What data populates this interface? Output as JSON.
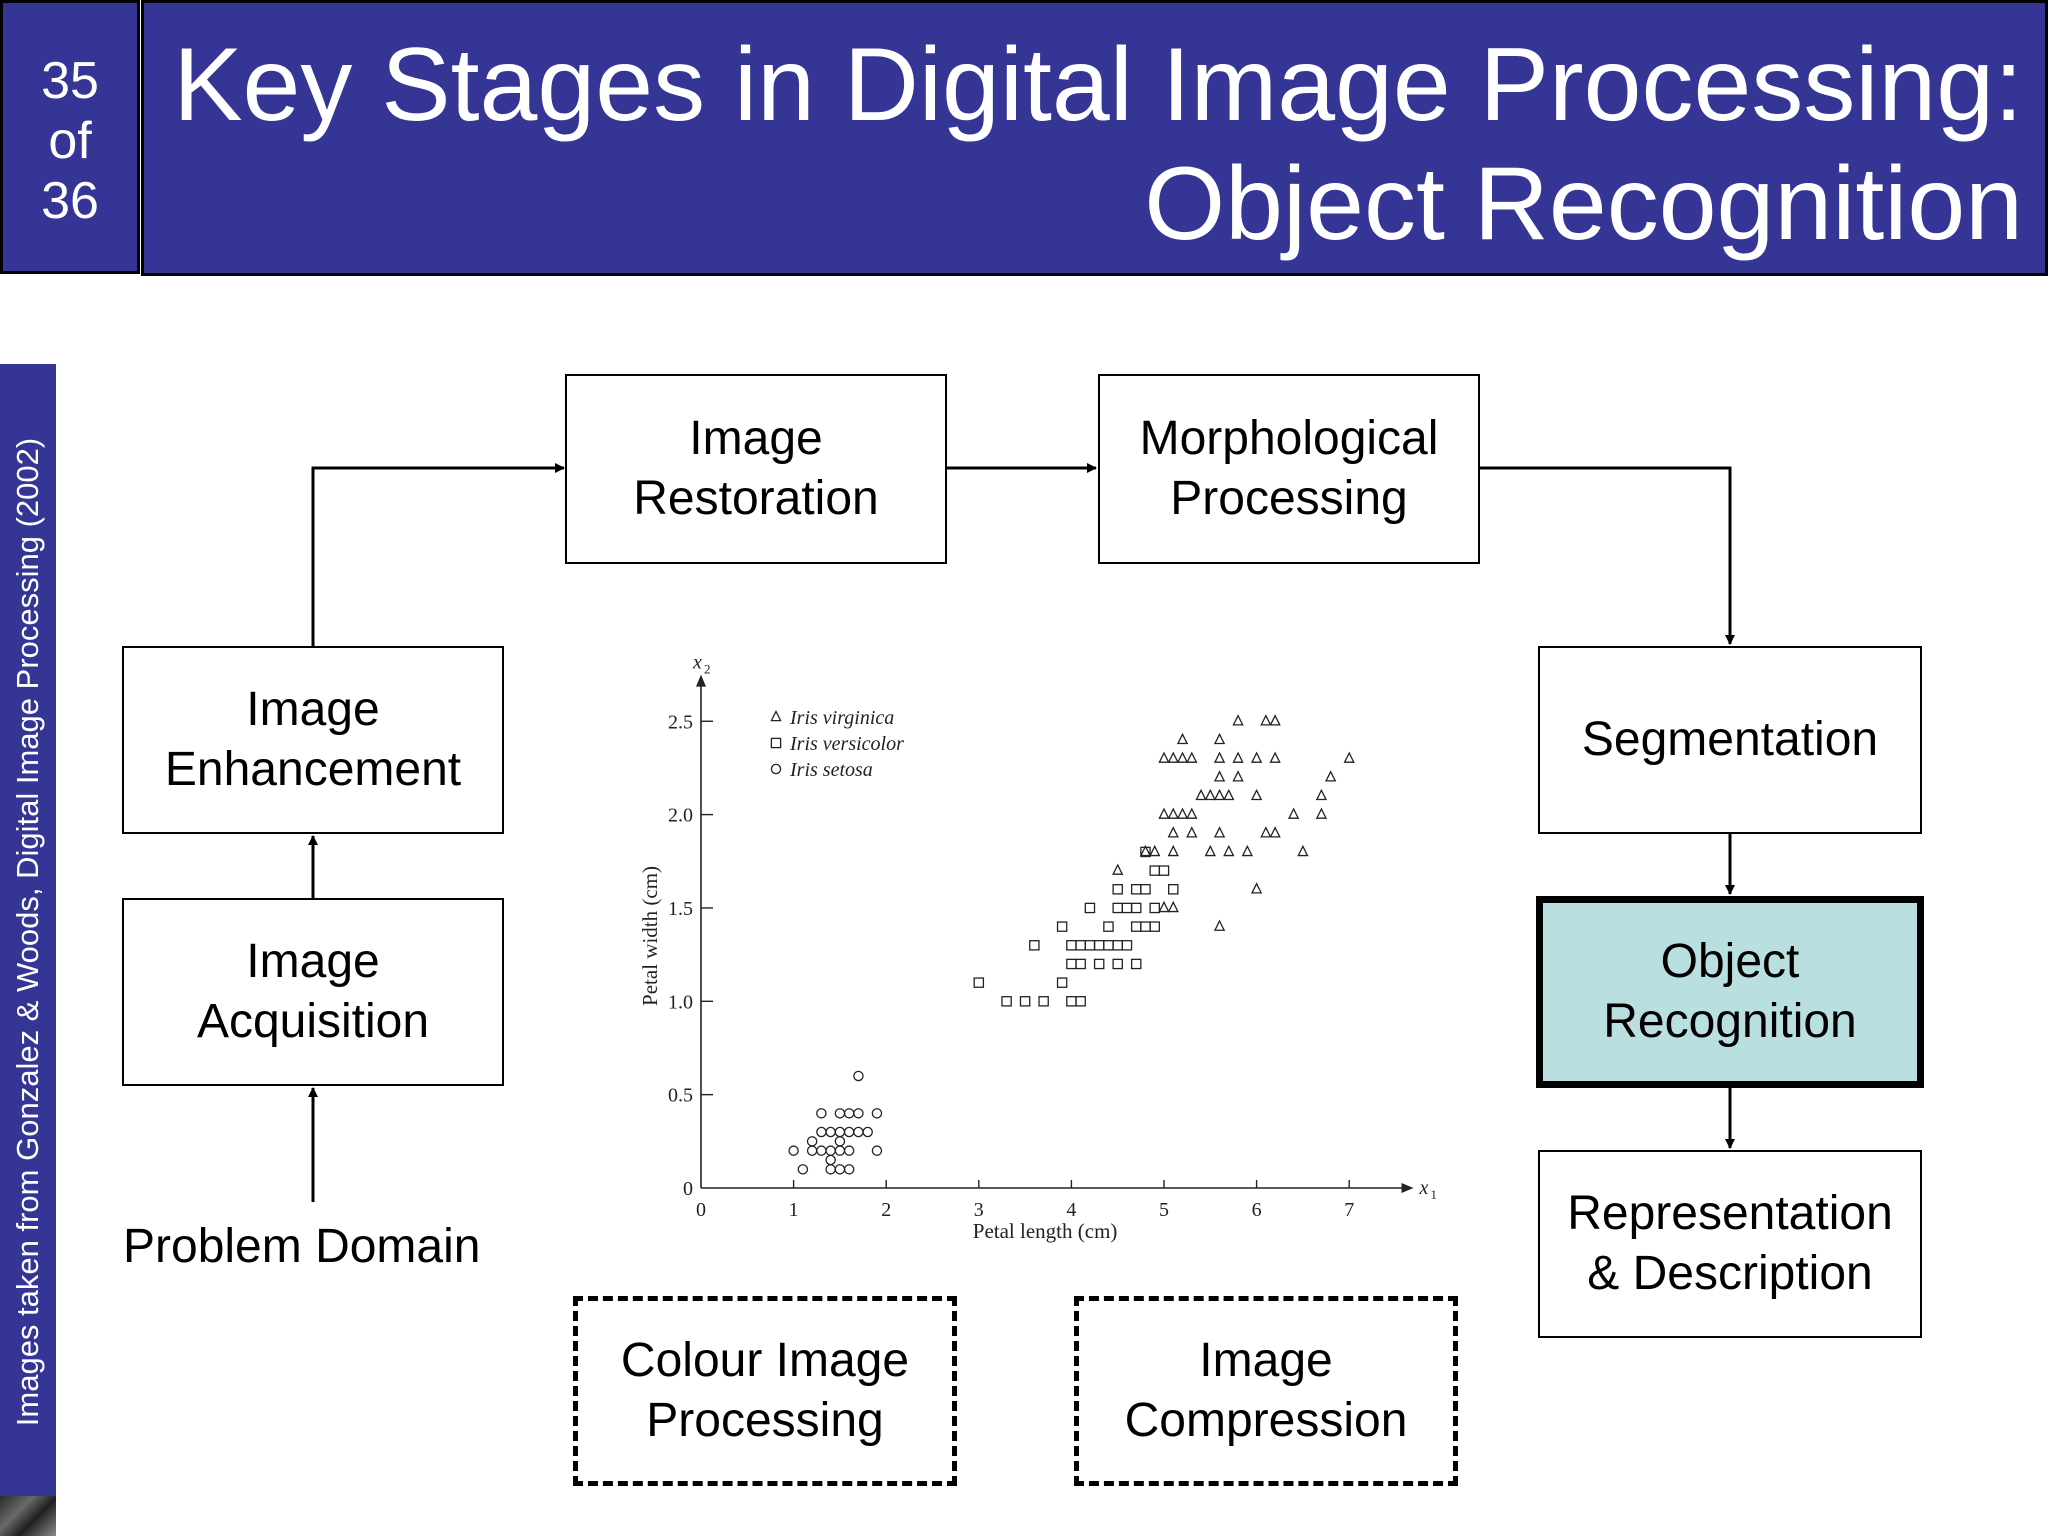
{
  "slide": {
    "number": "35",
    "of": "of",
    "total": "36"
  },
  "header": {
    "title_line1": "Key Stages in Digital Image Processing:",
    "title_line2": "Object Recognition"
  },
  "credit": "Images taken from Gonzalez & Woods, Digital Image Processing (2002)",
  "diagram": {
    "image_acquisition": "Image\nAcquisition",
    "image_enhancement": "Image\nEnhancement",
    "image_restoration": "Image\nRestoration",
    "morphological_processing": "Morphological\nProcessing",
    "segmentation": "Segmentation",
    "object_recognition": "Object\nRecognition",
    "representation_description": "Representation\n& Description",
    "colour_image_processing": "Colour Image\nProcessing",
    "image_compression": "Image\nCompression",
    "problem_domain": "Problem Domain",
    "highlight_color": "#b9dfe1",
    "header_color": "#353596"
  },
  "chart_data": {
    "type": "scatter",
    "xlabel": "Petal length (cm)",
    "ylabel": "Petal width (cm)",
    "x_axis_symbol": "x",
    "x_axis_sub": "1",
    "y_axis_symbol": "x",
    "y_axis_sub": "2",
    "xlim": [
      0,
      7.5
    ],
    "ylim": [
      0,
      2.6
    ],
    "x_ticks": [
      "0",
      "1",
      "2",
      "3",
      "4",
      "5",
      "6",
      "7"
    ],
    "y_ticks": [
      "0",
      "0.5",
      "1.0",
      "1.5",
      "2.0",
      "2.5"
    ],
    "legend_position": "top-left",
    "series": [
      {
        "name": "Iris virginica",
        "marker": "triangle",
        "points": [
          [
            5.2,
            2.4
          ],
          [
            5.6,
            2.4
          ],
          [
            5.8,
            2.5
          ],
          [
            6.1,
            2.5
          ],
          [
            6.2,
            2.5
          ],
          [
            5.0,
            2.3
          ],
          [
            5.1,
            2.3
          ],
          [
            5.2,
            2.3
          ],
          [
            5.3,
            2.3
          ],
          [
            5.6,
            2.3
          ],
          [
            5.8,
            2.3
          ],
          [
            6.0,
            2.3
          ],
          [
            6.2,
            2.3
          ],
          [
            7.0,
            2.3
          ],
          [
            5.6,
            2.2
          ],
          [
            5.8,
            2.2
          ],
          [
            6.8,
            2.2
          ],
          [
            5.4,
            2.1
          ],
          [
            5.5,
            2.1
          ],
          [
            5.6,
            2.1
          ],
          [
            5.7,
            2.1
          ],
          [
            6.0,
            2.1
          ],
          [
            6.7,
            2.1
          ],
          [
            5.0,
            2.0
          ],
          [
            5.1,
            2.0
          ],
          [
            5.2,
            2.0
          ],
          [
            5.3,
            2.0
          ],
          [
            6.4,
            2.0
          ],
          [
            6.7,
            2.0
          ],
          [
            5.1,
            1.9
          ],
          [
            5.3,
            1.9
          ],
          [
            5.6,
            1.9
          ],
          [
            6.1,
            1.9
          ],
          [
            6.2,
            1.9
          ],
          [
            4.8,
            1.8
          ],
          [
            4.9,
            1.8
          ],
          [
            5.1,
            1.8
          ],
          [
            5.5,
            1.8
          ],
          [
            5.7,
            1.8
          ],
          [
            5.9,
            1.8
          ],
          [
            6.5,
            1.8
          ],
          [
            4.5,
            1.7
          ],
          [
            5.6,
            1.4
          ],
          [
            5.1,
            1.5
          ],
          [
            5.0,
            1.5
          ],
          [
            6.0,
            1.6
          ]
        ]
      },
      {
        "name": "Iris versicolor",
        "marker": "square",
        "points": [
          [
            3.0,
            1.1
          ],
          [
            3.3,
            1.0
          ],
          [
            3.5,
            1.0
          ],
          [
            3.7,
            1.0
          ],
          [
            3.9,
            1.1
          ],
          [
            4.0,
            1.0
          ],
          [
            4.1,
            1.0
          ],
          [
            3.6,
            1.3
          ],
          [
            4.0,
            1.2
          ],
          [
            4.1,
            1.2
          ],
          [
            4.3,
            1.2
          ],
          [
            4.5,
            1.2
          ],
          [
            4.7,
            1.2
          ],
          [
            4.0,
            1.3
          ],
          [
            4.1,
            1.3
          ],
          [
            4.2,
            1.3
          ],
          [
            4.3,
            1.3
          ],
          [
            4.4,
            1.3
          ],
          [
            4.5,
            1.3
          ],
          [
            4.6,
            1.3
          ],
          [
            3.9,
            1.4
          ],
          [
            4.4,
            1.4
          ],
          [
            4.7,
            1.4
          ],
          [
            4.8,
            1.4
          ],
          [
            4.9,
            1.4
          ],
          [
            4.2,
            1.5
          ],
          [
            4.5,
            1.5
          ],
          [
            4.6,
            1.5
          ],
          [
            4.7,
            1.5
          ],
          [
            4.9,
            1.5
          ],
          [
            4.5,
            1.6
          ],
          [
            4.7,
            1.6
          ],
          [
            5.1,
            1.6
          ],
          [
            4.8,
            1.8
          ],
          [
            4.9,
            1.7
          ],
          [
            5.0,
            1.7
          ],
          [
            4.8,
            1.6
          ]
        ]
      },
      {
        "name": "Iris setosa",
        "marker": "circle",
        "points": [
          [
            1.7,
            0.6
          ],
          [
            1.5,
            0.4
          ],
          [
            1.7,
            0.4
          ],
          [
            1.9,
            0.4
          ],
          [
            1.3,
            0.4
          ],
          [
            1.6,
            0.4
          ],
          [
            1.5,
            0.3
          ],
          [
            1.6,
            0.3
          ],
          [
            1.4,
            0.3
          ],
          [
            1.3,
            0.3
          ],
          [
            1.7,
            0.3
          ],
          [
            1.0,
            0.2
          ],
          [
            1.2,
            0.2
          ],
          [
            1.3,
            0.2
          ],
          [
            1.4,
            0.2
          ],
          [
            1.5,
            0.2
          ],
          [
            1.6,
            0.2
          ],
          [
            1.9,
            0.2
          ],
          [
            1.1,
            0.1
          ],
          [
            1.4,
            0.1
          ],
          [
            1.5,
            0.1
          ],
          [
            1.6,
            0.1
          ],
          [
            1.4,
            0.15
          ],
          [
            1.5,
            0.25
          ],
          [
            1.8,
            0.3
          ],
          [
            1.2,
            0.25
          ]
        ]
      }
    ]
  }
}
